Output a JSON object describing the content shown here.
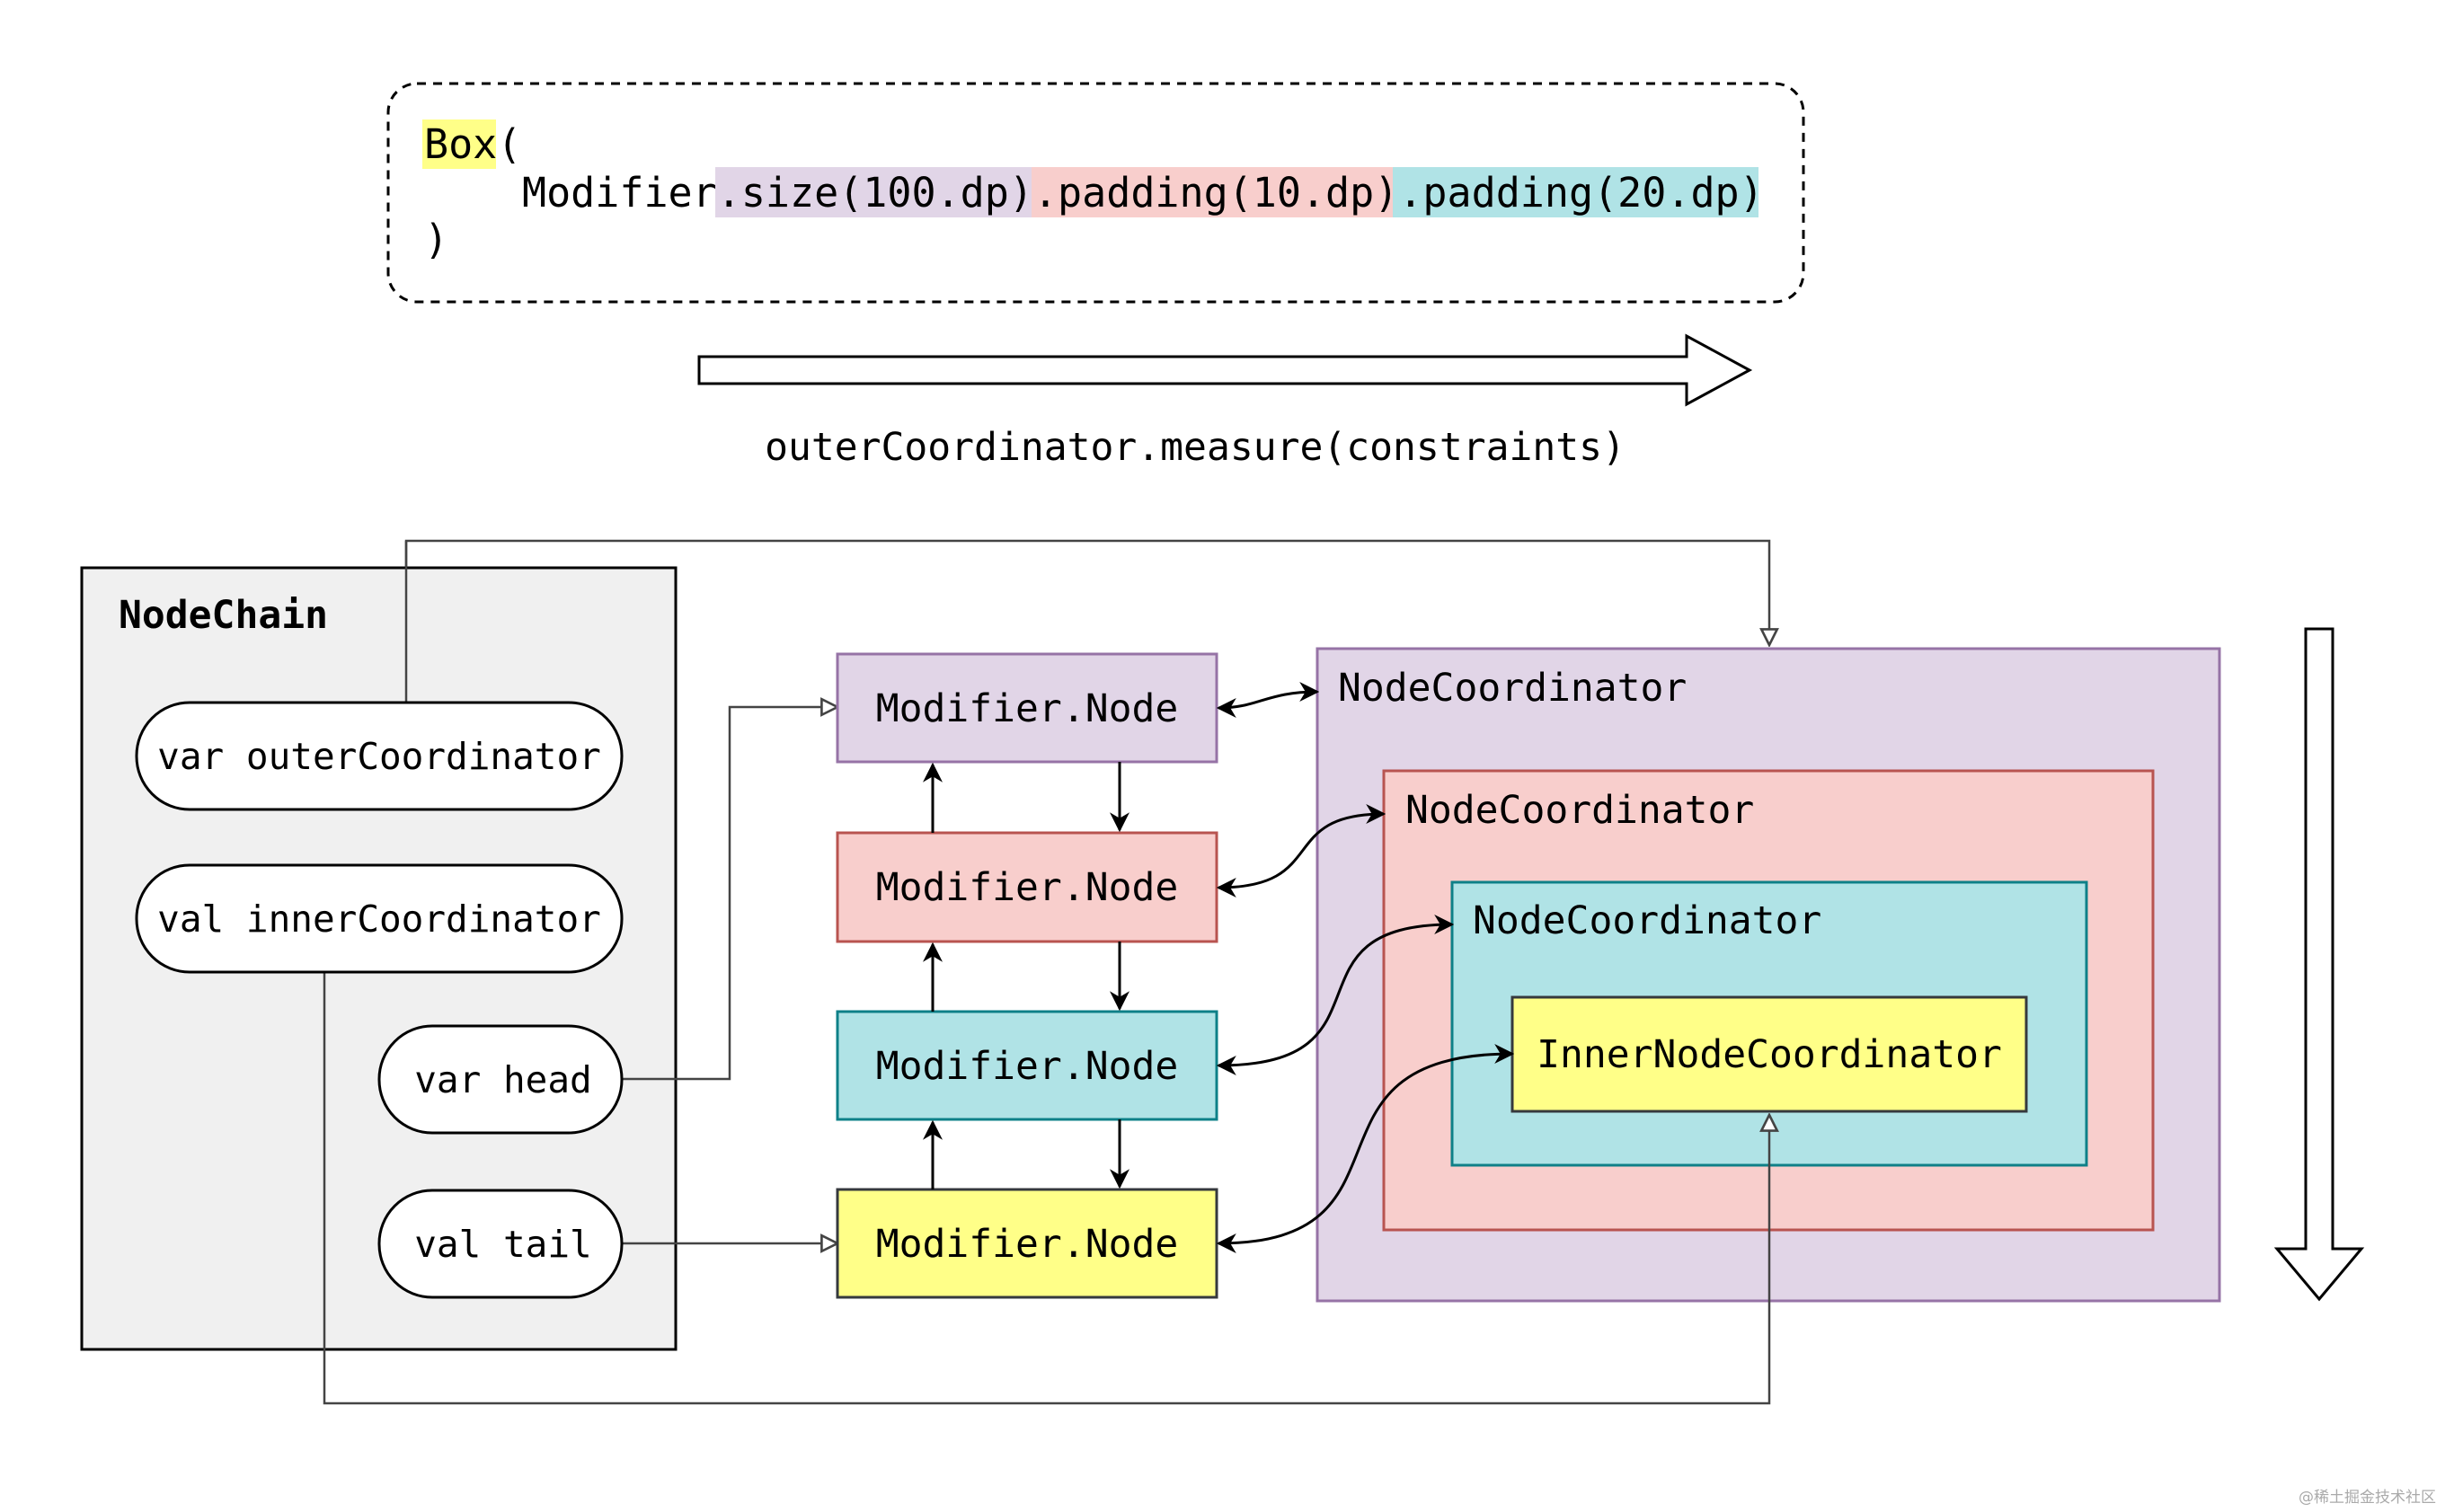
{
  "colors": {
    "purple_fill": "#e1d5e7",
    "purple_stroke": "#9673a6",
    "red_fill": "#f8cecc",
    "red_stroke": "#b85450",
    "cyan_fill": "#b0e3e6",
    "cyan_stroke": "#0e8088",
    "yellow_fill": "#ffff88",
    "yellow_stroke": "#36393d",
    "gray_fill": "#f0f0f0"
  },
  "code": {
    "box": "Box",
    "open_paren": "(",
    "modifier": "Modifier",
    "size": ".size(100.dp)",
    "padding1": ".padding(10.dp)",
    "padding2": ".padding(20.dp)",
    "close_paren": ")"
  },
  "measure_label": "outerCoordinator.measure(constraints)",
  "node_chain": {
    "title": "NodeChain",
    "fields": {
      "outer": "var outerCoordinator",
      "inner": "val innerCoordinator",
      "head": "var head",
      "tail": "val tail"
    }
  },
  "modifier_nodes": [
    {
      "label": "Modifier.Node",
      "color": "purple"
    },
    {
      "label": "Modifier.Node",
      "color": "red"
    },
    {
      "label": "Modifier.Node",
      "color": "cyan"
    },
    {
      "label": "Modifier.Node",
      "color": "yellow"
    }
  ],
  "coordinators": {
    "outer": "NodeCoordinator",
    "middle": "NodeCoordinator",
    "inner": "NodeCoordinator",
    "innermost": "InnerNodeCoordinator"
  },
  "watermark": "@稀土掘金技术社区"
}
